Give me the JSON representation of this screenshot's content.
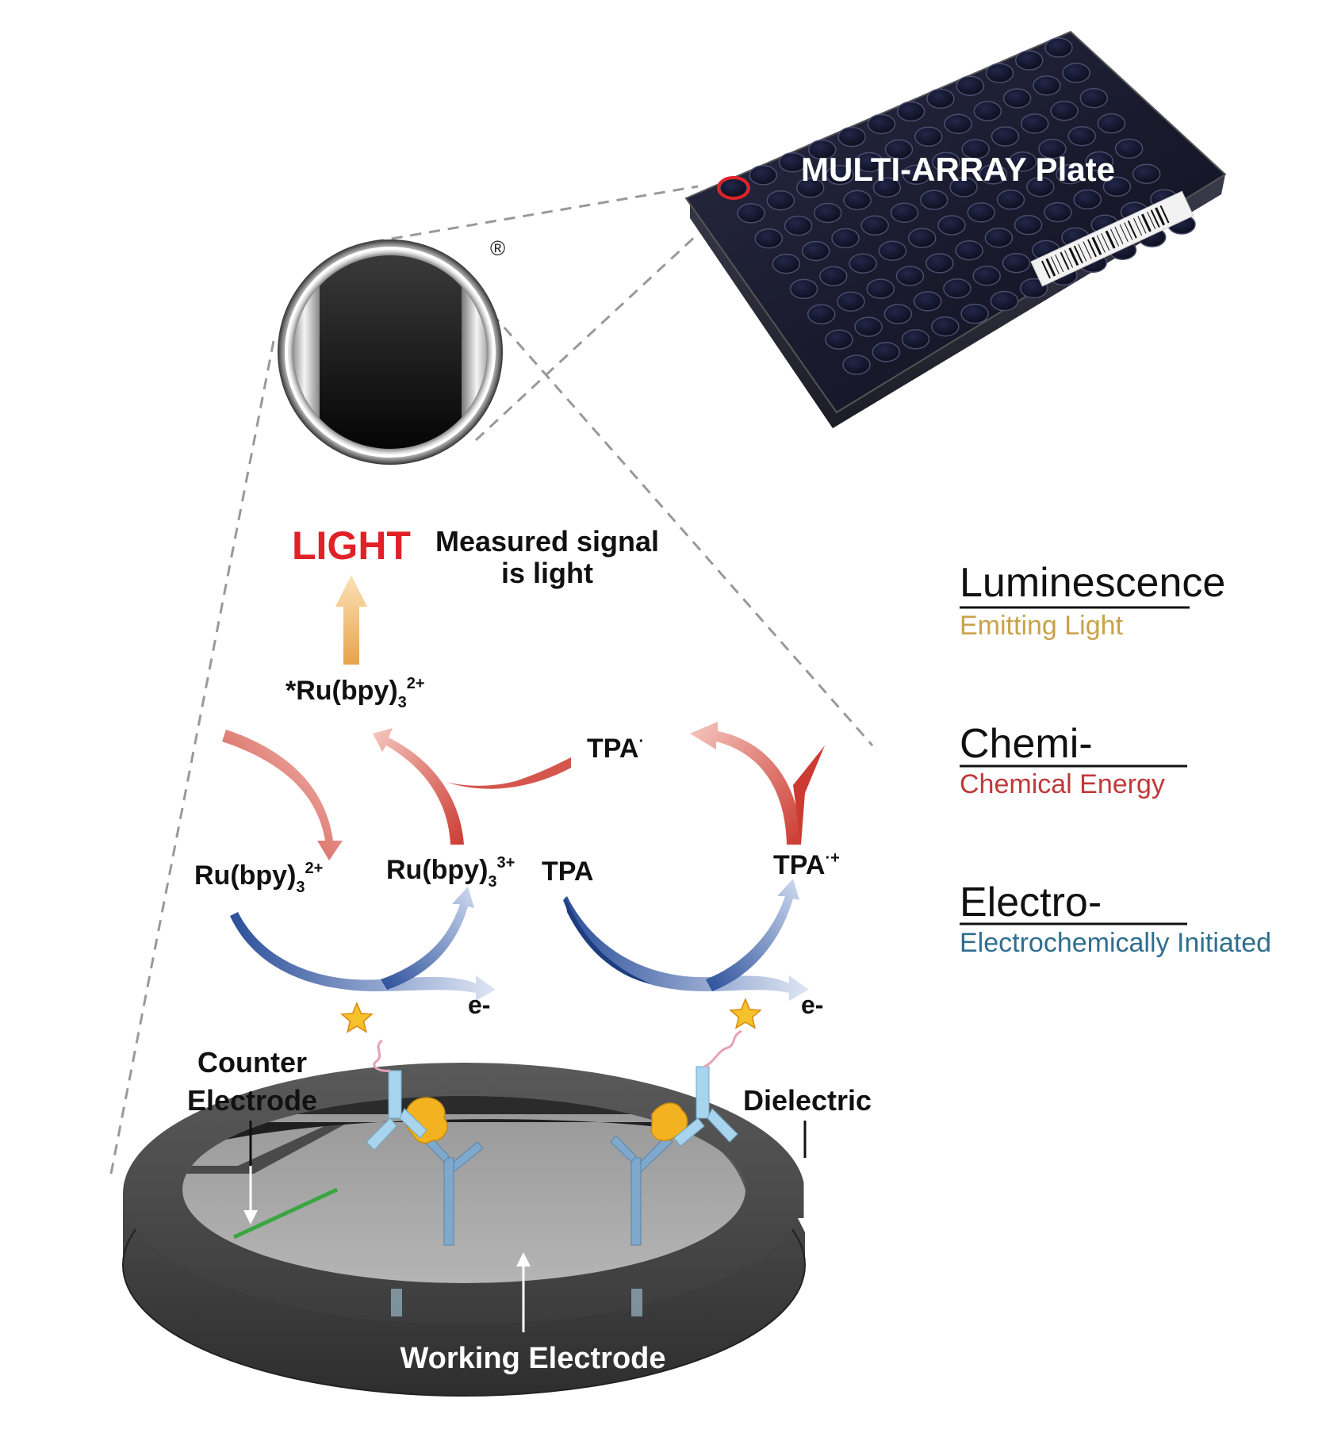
{
  "plate": {
    "title": "MULTI-ARRAY Plate",
    "rows": 8,
    "cols": 12
  },
  "registered_mark": "®",
  "signal": {
    "light": "LIGHT",
    "measured_line1": "Measured signal",
    "measured_line2": "is light"
  },
  "chemistry": {
    "excited_ru": {
      "prefix": "*Ru(bpy)",
      "sub": "3",
      "sup": "2+"
    },
    "ru2": {
      "prefix": "Ru(bpy)",
      "sub": "3",
      "sup": "2+"
    },
    "ru3": {
      "prefix": "Ru(bpy)",
      "sub": "3",
      "sup": "3+"
    },
    "tpa": "TPA",
    "tpa_radical": {
      "base": "TPA",
      "sup": "·"
    },
    "tpa_cation": {
      "base": "TPA",
      "sup": "·+"
    },
    "electron_left": "e-",
    "electron_right": "e-"
  },
  "legend": {
    "items": [
      {
        "title": "Luminescence",
        "subtitle": "Emitting Light",
        "color": "#c9a24a"
      },
      {
        "title": "Chemi-",
        "subtitle": "Chemical Energy",
        "color": "#c0393b"
      },
      {
        "title": "Electro-",
        "subtitle": "Electrochemically Initiated",
        "color": "#2f6e8e"
      }
    ]
  },
  "electrode_labels": {
    "counter_line1": "Counter",
    "counter_line2": "Electrode",
    "dielectric": "Dielectric",
    "working": "Working Electrode"
  },
  "colors": {
    "light_red": "#e02228",
    "chemi_red": "#d9534f",
    "electro_blue": "#3a62a8",
    "antibody_blue": "#9ccbe6",
    "analyte_yellow": "#f3b21f"
  }
}
